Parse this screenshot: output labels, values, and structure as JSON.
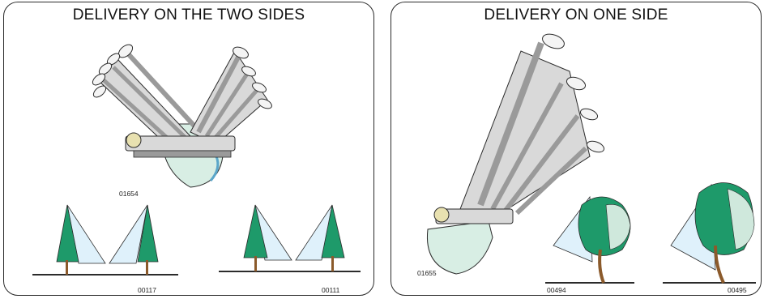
{
  "panels": [
    {
      "title": "DELIVERY ON THE TWO SIDES",
      "codes": {
        "sprayer": "01654",
        "scene_left": "00117",
        "scene_right": "00111"
      }
    },
    {
      "title": "DELIVERY ON ONE SIDE",
      "codes": {
        "sprayer": "01655",
        "scene_left": "00494",
        "scene_right": "00495"
      }
    }
  ],
  "colors": {
    "outline": "#2b2b2b",
    "metal": "#d9d9d9",
    "metal_dark": "#9a9a9a",
    "tank": "#d8eee4",
    "tank_shadow": "#5aa6c9",
    "foliage": "#1e9a6a",
    "foliage_light": "#cfe8dc",
    "spray_cone": "#dff1fb",
    "trunk": "#8b5a2b"
  }
}
